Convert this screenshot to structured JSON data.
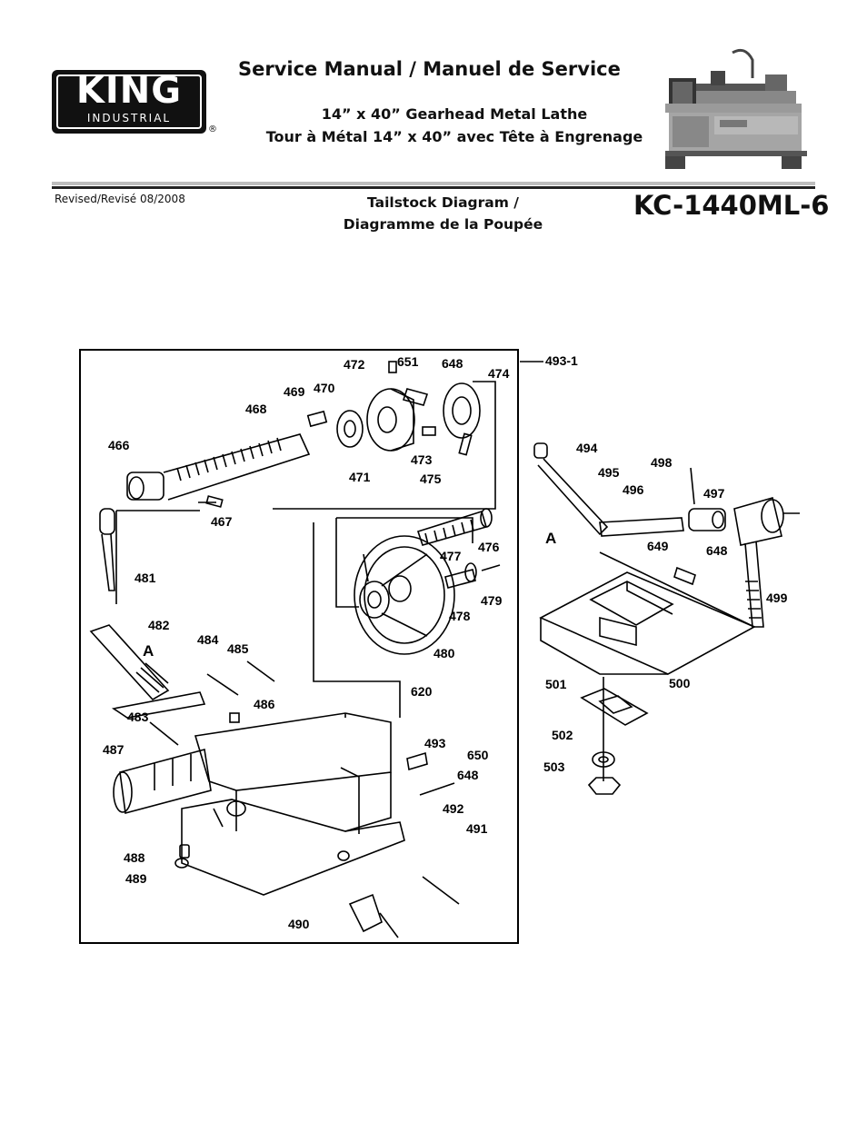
{
  "header": {
    "logo_word": "KING",
    "logo_sub": "INDUSTRIAL",
    "registered_mark": "®",
    "title": "Service Manual / Manuel de Service",
    "subtitle_en": "14” x 40” Gearhead Metal Lathe",
    "subtitle_fr": "Tour à Métal 14” x 40” avec Tête à Engrenage"
  },
  "meta": {
    "revised": "Revised/Revisé 08/2008",
    "diagram_title_en": "Tailstock Diagram /",
    "diagram_title_fr": "Diagramme de la Poupée",
    "model": "KC-1440ML-6"
  },
  "diagram": {
    "section_marks": [
      "A",
      "A"
    ],
    "part_labels": [
      "472",
      "651",
      "648",
      "474",
      "493-1",
      "469",
      "470",
      "468",
      "466",
      "473",
      "471",
      "475",
      "467",
      "494",
      "495",
      "498",
      "496",
      "497",
      "476",
      "477",
      "649",
      "648",
      "481",
      "479",
      "499",
      "478",
      "482",
      "484",
      "485",
      "480",
      "500",
      "501",
      "620",
      "486",
      "483",
      "493",
      "650",
      "487",
      "648",
      "502",
      "503",
      "492",
      "491",
      "488",
      "489",
      "490"
    ]
  },
  "colors": {
    "ink": "#000000",
    "rule_gray": "#bdbdbd"
  }
}
